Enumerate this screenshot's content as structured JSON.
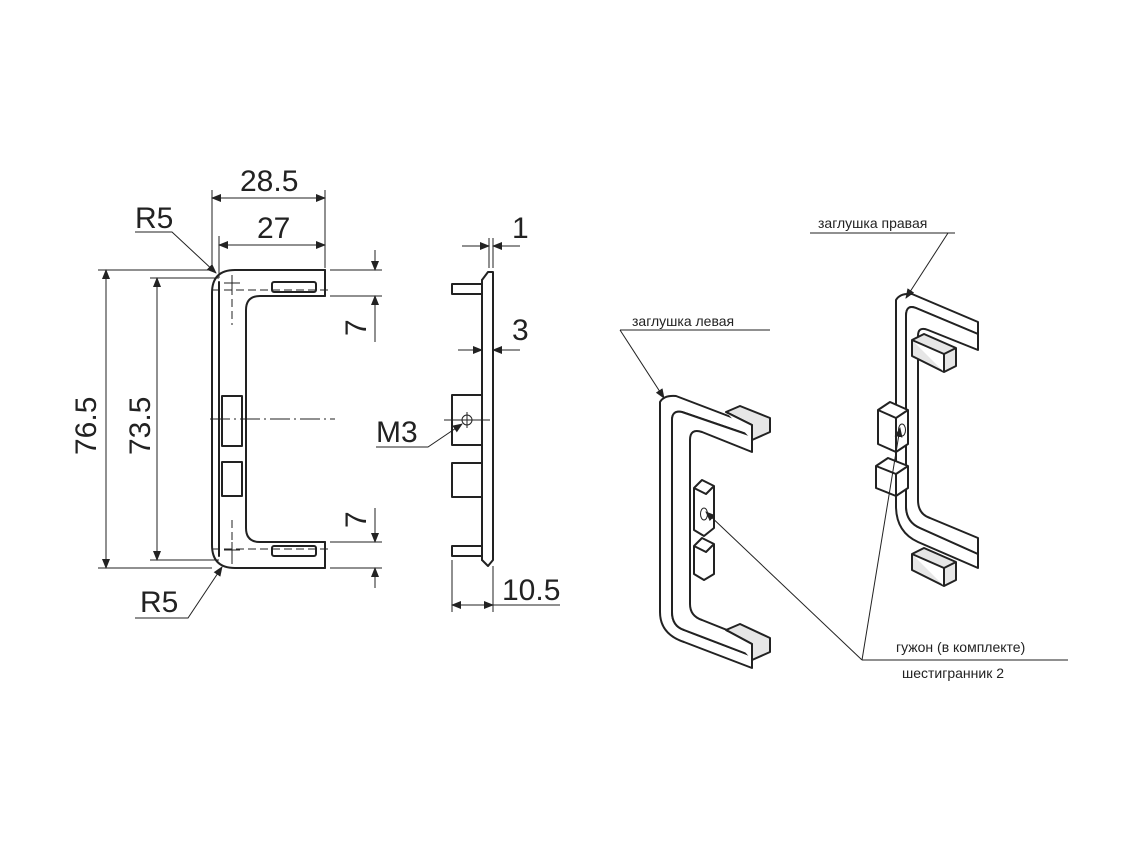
{
  "dimensions": {
    "width_outer": "28.5",
    "width_inner": "27",
    "height_outer": "76.5",
    "height_inner": "73.5",
    "radius_top": "R5",
    "radius_bottom": "R5",
    "tab_top": "7",
    "tab_bottom": "7",
    "thickness_top": "1",
    "thickness_plate": "3",
    "thread": "M3",
    "depth": "10.5"
  },
  "labels": {
    "left_cap": "заглушка левая",
    "right_cap": "заглушка правая",
    "pin": "гужон (в комплекте)",
    "hex": "шестигранник 2"
  }
}
